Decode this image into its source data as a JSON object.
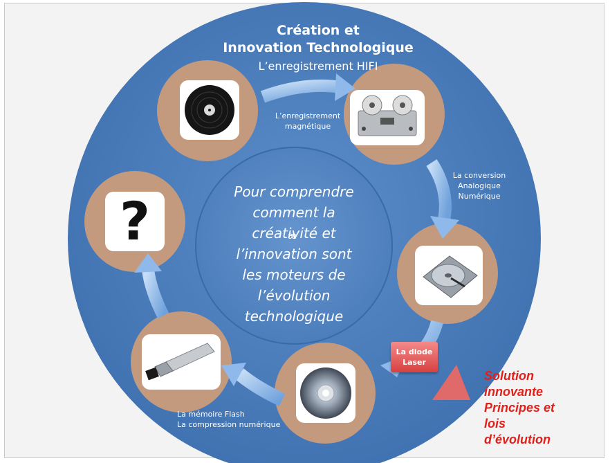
{
  "title": {
    "line1": "Création et",
    "line2": "Innovation Technologique",
    "line3": "L’enregistrement HIFI"
  },
  "center_text": [
    "Pour comprendre",
    "comment la",
    "créativité et",
    "l’innovation sont",
    "les moteurs de",
    "l’évolution",
    "technologique"
  ],
  "stray_glyph": "æ",
  "stage_labels": {
    "magnetic": [
      "L’enregistrement",
      "magnétique"
    ],
    "conversion": [
      "La conversion",
      "Analogique",
      "Numérique"
    ],
    "flash": [
      "La mémoire Flash",
      "La compression numérique"
    ]
  },
  "laser_box": [
    "La diode",
    "Laser"
  ],
  "question_mark": "?",
  "solution": [
    "Solution",
    "innovante",
    "Principes et",
    "lois",
    "d’évolution"
  ],
  "colors": {
    "wheel": "#4f82c0",
    "ring": "#5d8fcb",
    "disc_beige": "#c49a7f",
    "arrow": "#8fb9ea",
    "solution_red": "#e0201b"
  },
  "icons": [
    "vinyl-record-icon",
    "tape-recorder-icon",
    "hard-drive-icon",
    "cd-disc-icon",
    "usb-stick-icon",
    "question-mark-icon"
  ]
}
